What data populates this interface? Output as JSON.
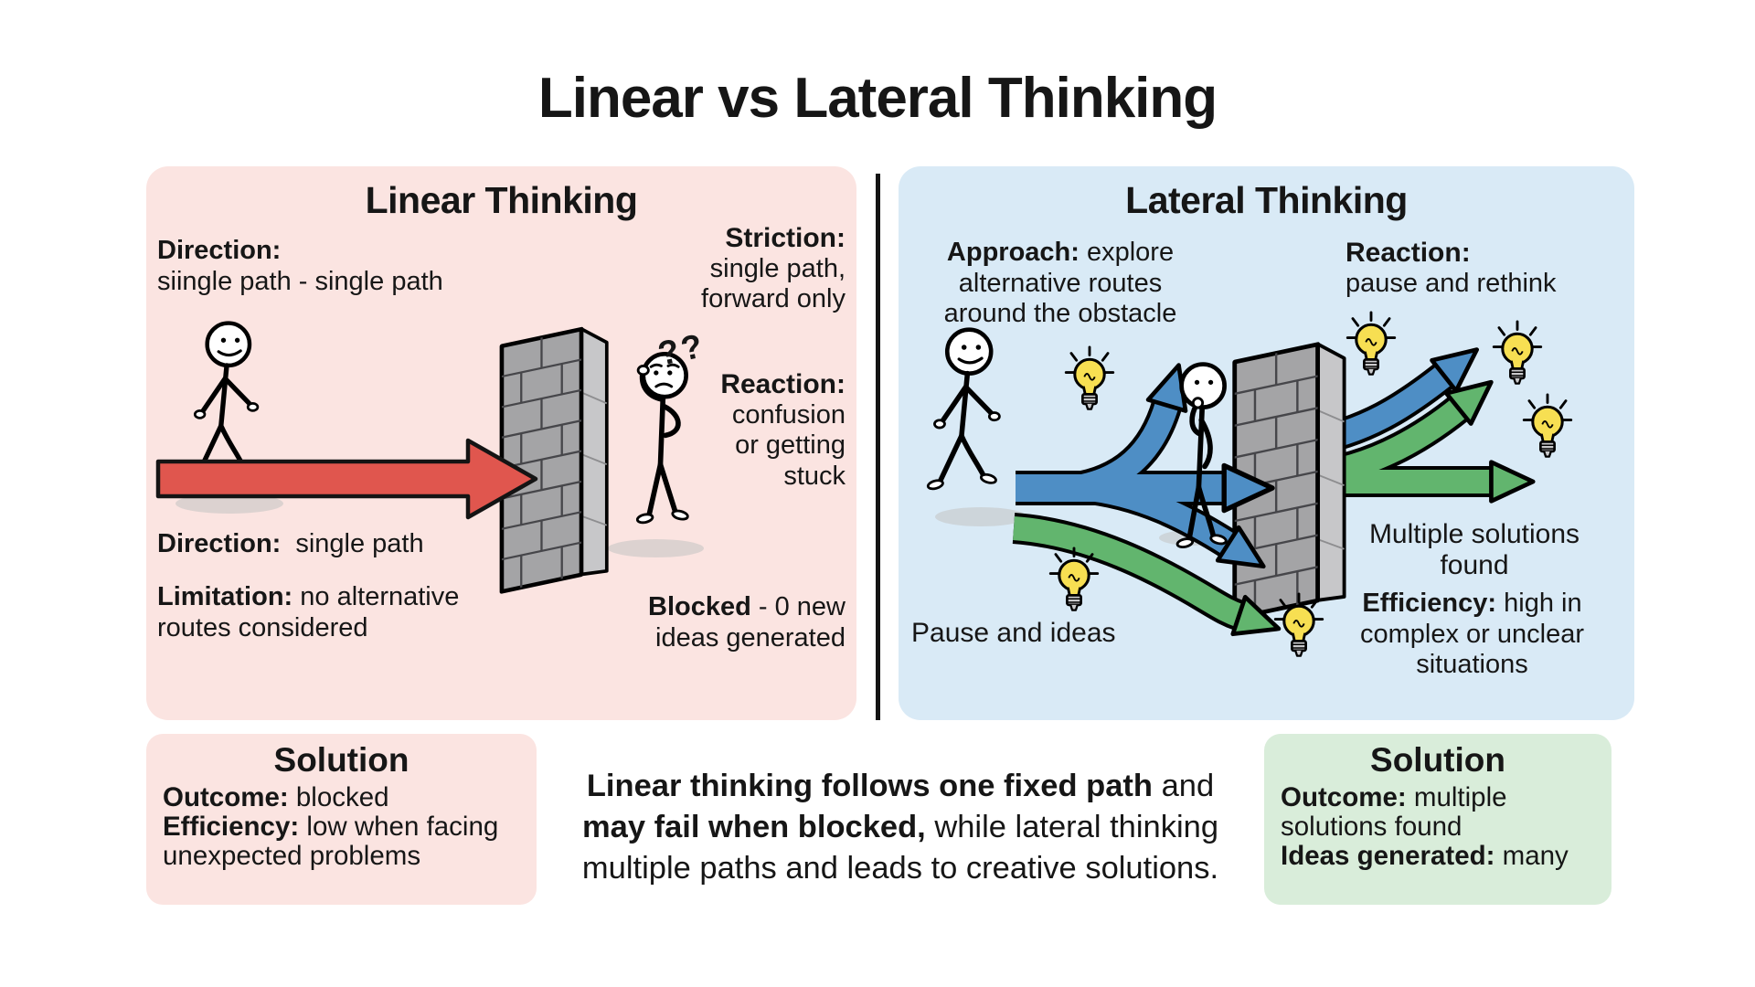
{
  "title": "Linear vs Lateral Thinking",
  "colors": {
    "panel_pink": "#fbe4e1",
    "panel_blue": "#d9eaf6",
    "box_green": "#d9edda",
    "arrow_red": "#e0564e",
    "arrow_blue": "#4e8ec5",
    "arrow_green": "#62b56e",
    "bulb_yellow": "#f7df52",
    "wall_front": "#a4a4a6",
    "wall_side": "#c7c7c9"
  },
  "linear_panel": {
    "heading": "Linear Thinking",
    "direction_label": "Direction:",
    "direction_value": "siingle path - single path",
    "striction_label": "Striction:",
    "striction_line1": "single path,",
    "striction_line2": "forward only",
    "question_marks": "??",
    "reaction_label": "Reaction:",
    "reaction_line1": "confusion",
    "reaction_line2": "or getting",
    "reaction_line3": "stuck",
    "direction2_label": "Direction:",
    "direction2_value": "single path",
    "limitation_label": "Limitation:",
    "limitation_value": " no alternative routes considered",
    "blocked_label": "Blocked",
    "blocked_value": " - 0 new ideas generated"
  },
  "lateral_panel": {
    "heading": "Lateral Thinking",
    "approach_label": "Approach:",
    "approach_value": " explore alternative routes around the obstacle",
    "reaction_label": "Reaction:",
    "reaction_value": "pause and rethink",
    "pause_text": "Pause and ideas",
    "solutions_text": "Multiple solutions found",
    "efficiency_label": "Efficiency:",
    "efficiency_value": " high in complex or unclear situations"
  },
  "linear_solution": {
    "heading": "Solution",
    "outcome_label": "Outcome:",
    "outcome_value": " blocked",
    "efficiency_label": "Efficiency:",
    "efficiency_value": " low when facing unexpected problems"
  },
  "lateral_solution": {
    "heading": "Solution",
    "outcome_label": "Outcome:",
    "outcome_value": " multiple solutions found",
    "ideas_label": "Ideas generated:",
    "ideas_value": " many"
  },
  "summary": {
    "line1_bold": "Linear thinking follows one fixed path",
    "line1_rest": " and",
    "line2_bold": "may fail when blocked,",
    "line2_rest": " while lateral thinking",
    "line3": "multiple paths and leads to creative solutions."
  }
}
